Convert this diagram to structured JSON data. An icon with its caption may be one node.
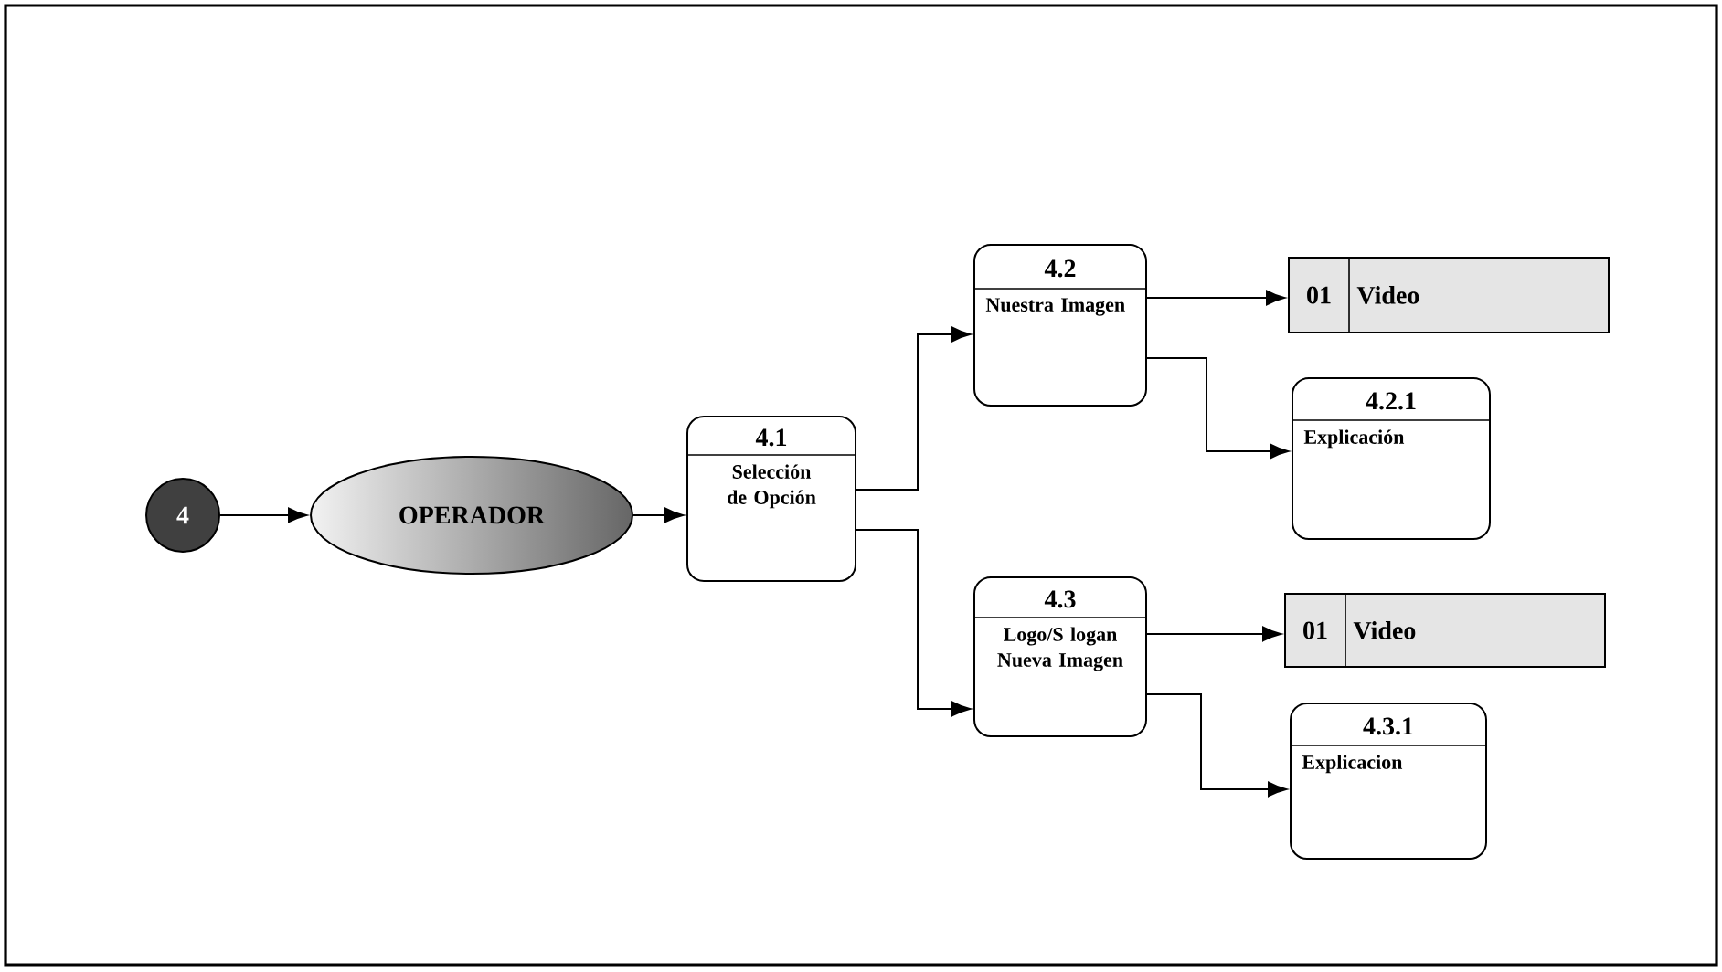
{
  "diagram": {
    "nodes": [
      {
        "text": [
          "4"
        ]
      },
      {
        "text": [
          "OPERADOR"
        ]
      },
      {
        "text": [
          "4.1",
          "Selección de Opción"
        ]
      },
      {
        "text": [
          "4.2",
          "Nuestra Imagen"
        ]
      },
      {
        "text": [
          "4.3",
          "Logo/S logan Nueva Imagen"
        ]
      },
      {
        "text": [
          "01",
          "Video"
        ]
      },
      {
        "text": [
          "4.2.1",
          "Explicación"
        ]
      },
      {
        "text": [
          "01",
          "Video"
        ]
      },
      {
        "text": [
          "4.3.1",
          "Explicacion"
        ]
      }
    ],
    "edges": [
      {
        "from": 0,
        "to": 1,
        "arrow": "to"
      },
      {
        "from": 1,
        "to": 2,
        "arrow": "to"
      },
      {
        "from": 2,
        "to": 3,
        "arrow": "to"
      },
      {
        "from": 2,
        "to": 4,
        "arrow": "to"
      },
      {
        "from": 3,
        "to": 5,
        "arrow": "to"
      },
      {
        "from": 3,
        "to": 6,
        "arrow": "to"
      },
      {
        "from": 4,
        "to": 7,
        "arrow": "to"
      },
      {
        "from": 4,
        "to": 8,
        "arrow": "to"
      }
    ]
  }
}
